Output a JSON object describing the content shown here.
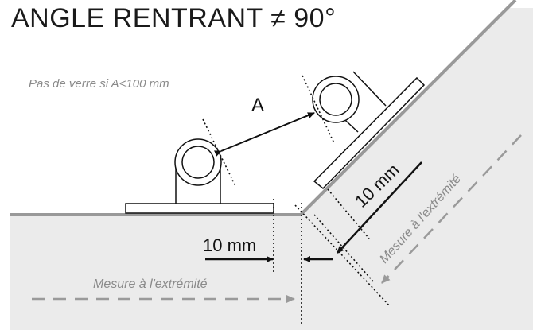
{
  "title": "ANGLE RENTRANT ≠ 90°",
  "labels": {
    "note_no_glass": "Pas de verre si A<100 mm",
    "distance_a": "A",
    "offset_horizontal": "10 mm",
    "offset_sloped": "10 mm",
    "measure_end_horizontal": "Mesure à l'extrémité",
    "measure_end_sloped": "Mesure à l'extrémité"
  },
  "colors": {
    "wall_fill": "#ebebeb",
    "wall_edge": "#999999",
    "line": "#111111",
    "text_gray": "#8a8a8a"
  }
}
